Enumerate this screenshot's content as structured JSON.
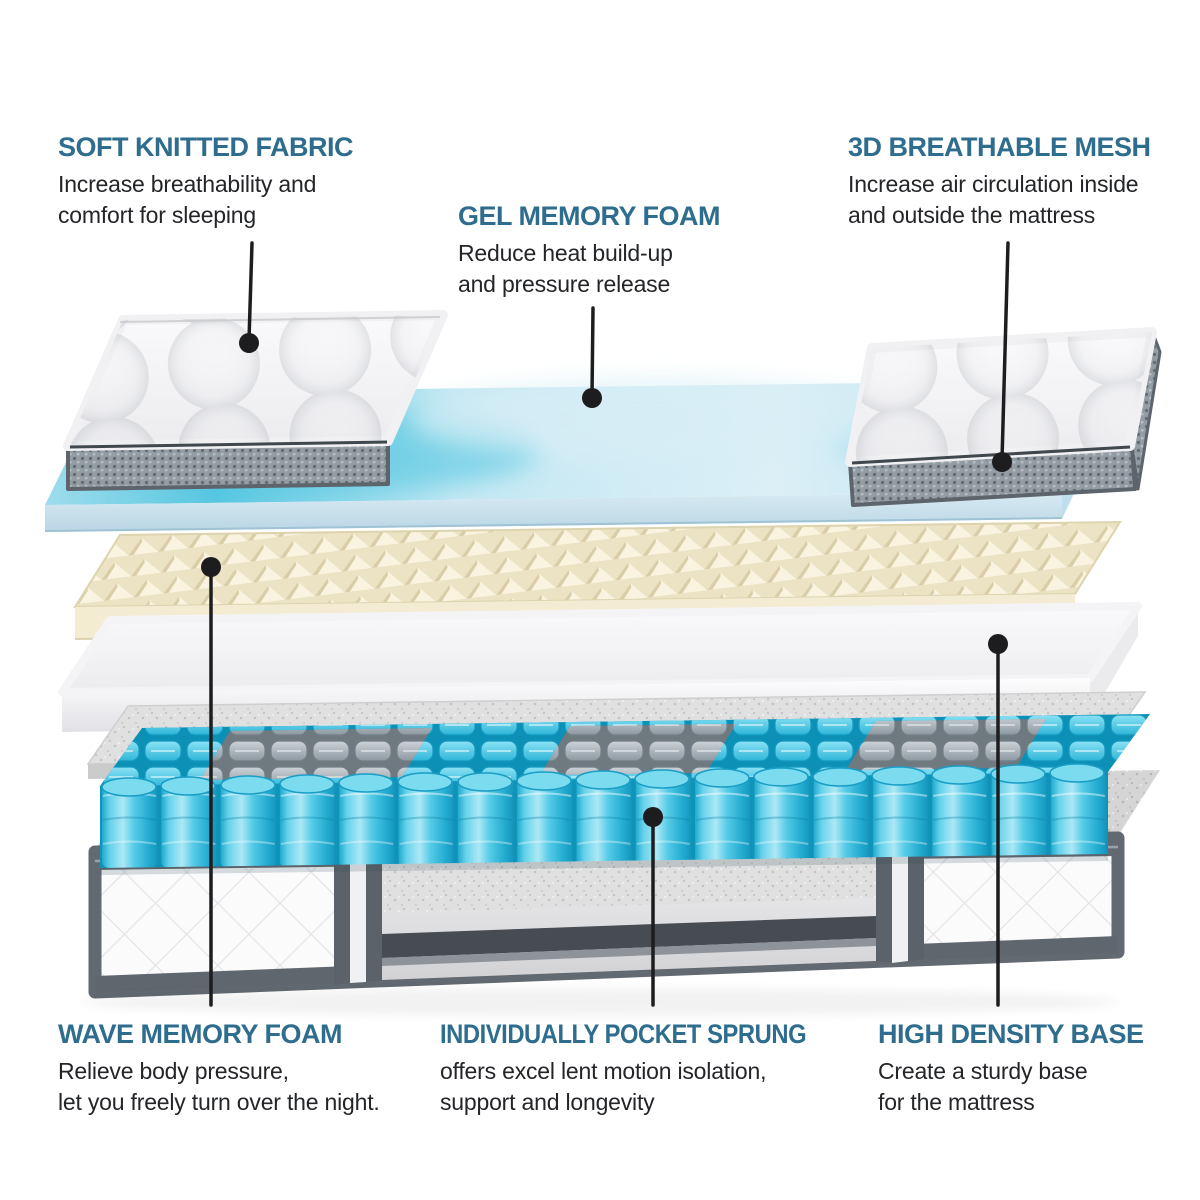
{
  "colors": {
    "heading_teal": "#2e6d8e",
    "body_text": "#232528",
    "pointer_black": "#1d1d1f",
    "gel_cyan": "#57c7e1",
    "gel_pale_blue": "#d9edf6",
    "wave_foam_cream": "#f1e9cf",
    "white_foam": "#ffffff",
    "felt_gray": "#dedede",
    "spring_cyan": "#3cc3e4",
    "spring_gray": "#9aa4ab",
    "mesh_band_gray": "#949ca4",
    "base_tape_gray": "#626970"
  },
  "callouts": [
    {
      "id": "soft-knitted-fabric",
      "title": "SOFT KNITTED FABRIC",
      "description": "Increase breathability and\ncomfort for sleeping"
    },
    {
      "id": "gel-memory-foam",
      "title": "GEL MEMORY FOAM",
      "description": "Reduce heat build-up\nand pressure release"
    },
    {
      "id": "3d-breathable-mesh",
      "title": "3D BREATHABLE MESH",
      "description": "Increase air circulation inside\nand outside the mattress"
    },
    {
      "id": "wave-memory-foam",
      "title": "WAVE MEMORY FOAM",
      "description": "Relieve body pressure,\nlet you freely turn over the night."
    },
    {
      "id": "individually-pocket-sprung",
      "title": "INDIVIDUALLY POCKET SPRUNG",
      "description": "offers excel lent motion isolation,\nsupport and longevity"
    },
    {
      "id": "high-density-base",
      "title": "HIGH DENSITY BASE",
      "description": "Create a sturdy base\nfor the mattress"
    }
  ]
}
